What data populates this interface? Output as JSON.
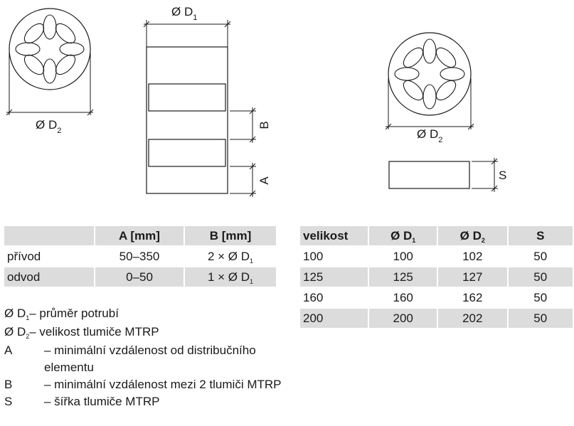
{
  "drawing": {
    "label_d1_sym": "Ø D",
    "label_d1_sub": "1",
    "label_d2_sym": "Ø D",
    "label_d2_sub": "2",
    "label_b": "B",
    "label_a": "A",
    "label_s": "S"
  },
  "table_left": {
    "headers": [
      "",
      "A [mm]",
      "B [mm]"
    ],
    "rows": [
      {
        "name": "přívod",
        "a": "50–350",
        "b_pre": "2 × Ø D",
        "b_sub": "1"
      },
      {
        "name": "odvod",
        "a": "0–50",
        "b_pre": "1 × Ø D",
        "b_sub": "1"
      }
    ]
  },
  "table_right": {
    "headers": {
      "size": "velikost",
      "d1_sym": "Ø D",
      "d1_sub": "1",
      "d2_sym": "Ø D",
      "d2_sub": "2",
      "s": "S"
    },
    "rows": [
      [
        "100",
        "100",
        "102",
        "50"
      ],
      [
        "125",
        "125",
        "127",
        "50"
      ],
      [
        "160",
        "160",
        "162",
        "50"
      ],
      [
        "200",
        "200",
        "202",
        "50"
      ]
    ]
  },
  "legend": {
    "d1": {
      "sym": "Ø D",
      "sub": "1",
      "text": " – průměr potrubí"
    },
    "d2": {
      "sym": "Ø D",
      "sub": "2",
      "text": " – velikost tlumiče MTRP"
    },
    "a": {
      "key": "A",
      "text": "– minimální vzdálenost od distribučního elementu"
    },
    "b": {
      "key": "B",
      "text": "– minimální vzdálenost mezi 2 tlumiči MTRP"
    },
    "s": {
      "key": "S",
      "text": "– šířka tlumiče MTRP"
    }
  }
}
